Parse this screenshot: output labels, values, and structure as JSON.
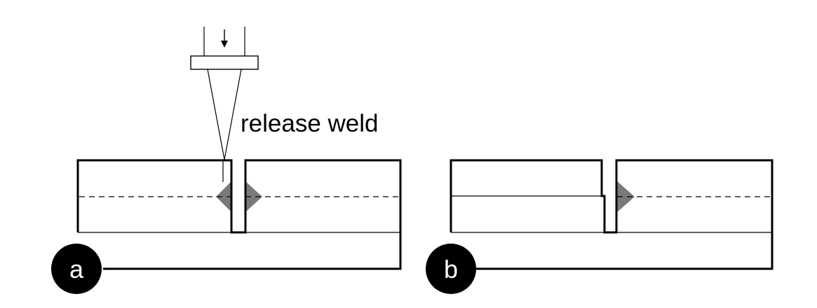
{
  "diagram": {
    "annotation": "release weld",
    "panels": [
      {
        "label": "a"
      },
      {
        "label": "b"
      }
    ],
    "colors": {
      "outline": "#000000",
      "weld_zone": "#7a7a7a",
      "badge_fill": "#000000",
      "badge_text": "#ffffff",
      "background": "#ffffff"
    }
  }
}
